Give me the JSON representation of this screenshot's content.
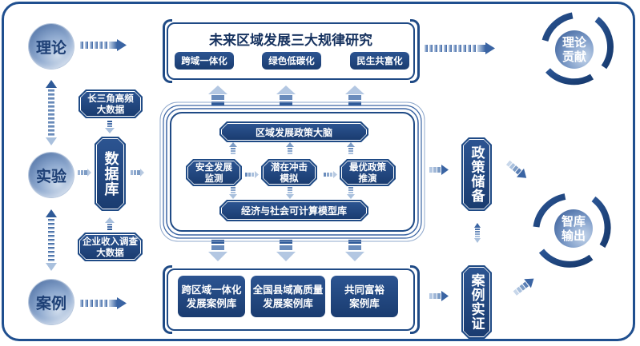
{
  "colors": {
    "primary": "#1f4a85",
    "dark_box": "#1a3c70",
    "light_arrow": "#a9c0dd"
  },
  "left_nodes": [
    {
      "id": "theory",
      "label": "理论"
    },
    {
      "id": "experiment",
      "label": "实验"
    },
    {
      "id": "case",
      "label": "案例"
    }
  ],
  "data_sources": {
    "top": "长三角高频\n大数据",
    "database": "数据库",
    "bottom": "企业收入调查\n大数据"
  },
  "research": {
    "title": "未来区域发展三大规律研究",
    "items": [
      "跨域一体化",
      "绿色低碳化",
      "民生共富化"
    ]
  },
  "engine": {
    "brain": "区域发展政策大脑",
    "steps": [
      "安全发展\n监测",
      "潜在冲击\n模拟",
      "最优政策\n推演"
    ],
    "model_library": "经济与社会可计算模型库"
  },
  "case_libraries": [
    "跨区域一体化\n发展案例库",
    "全国县域高质量\n发展案例库",
    "共同富裕\n案例库"
  ],
  "right_boxes": {
    "policy_reserve": "政策储备",
    "case_validation": "案例实证"
  },
  "outputs": {
    "theory_contribution": "理论\n贡献",
    "think_tank_output": "智库\n输出"
  }
}
